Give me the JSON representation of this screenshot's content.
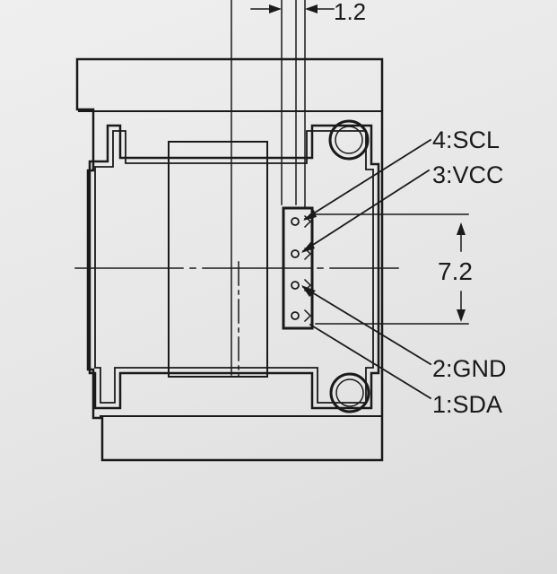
{
  "dimensions": {
    "pin_pitch_dim": "1.2",
    "pin_span_dim": "7.2"
  },
  "pins": [
    {
      "label": "4:SCL"
    },
    {
      "label": "3:VCC"
    },
    {
      "label": "2:GND"
    },
    {
      "label": "1:SDA"
    }
  ],
  "colors": {
    "ink": "#1a1a1a",
    "paper": "#e9e9e9"
  }
}
